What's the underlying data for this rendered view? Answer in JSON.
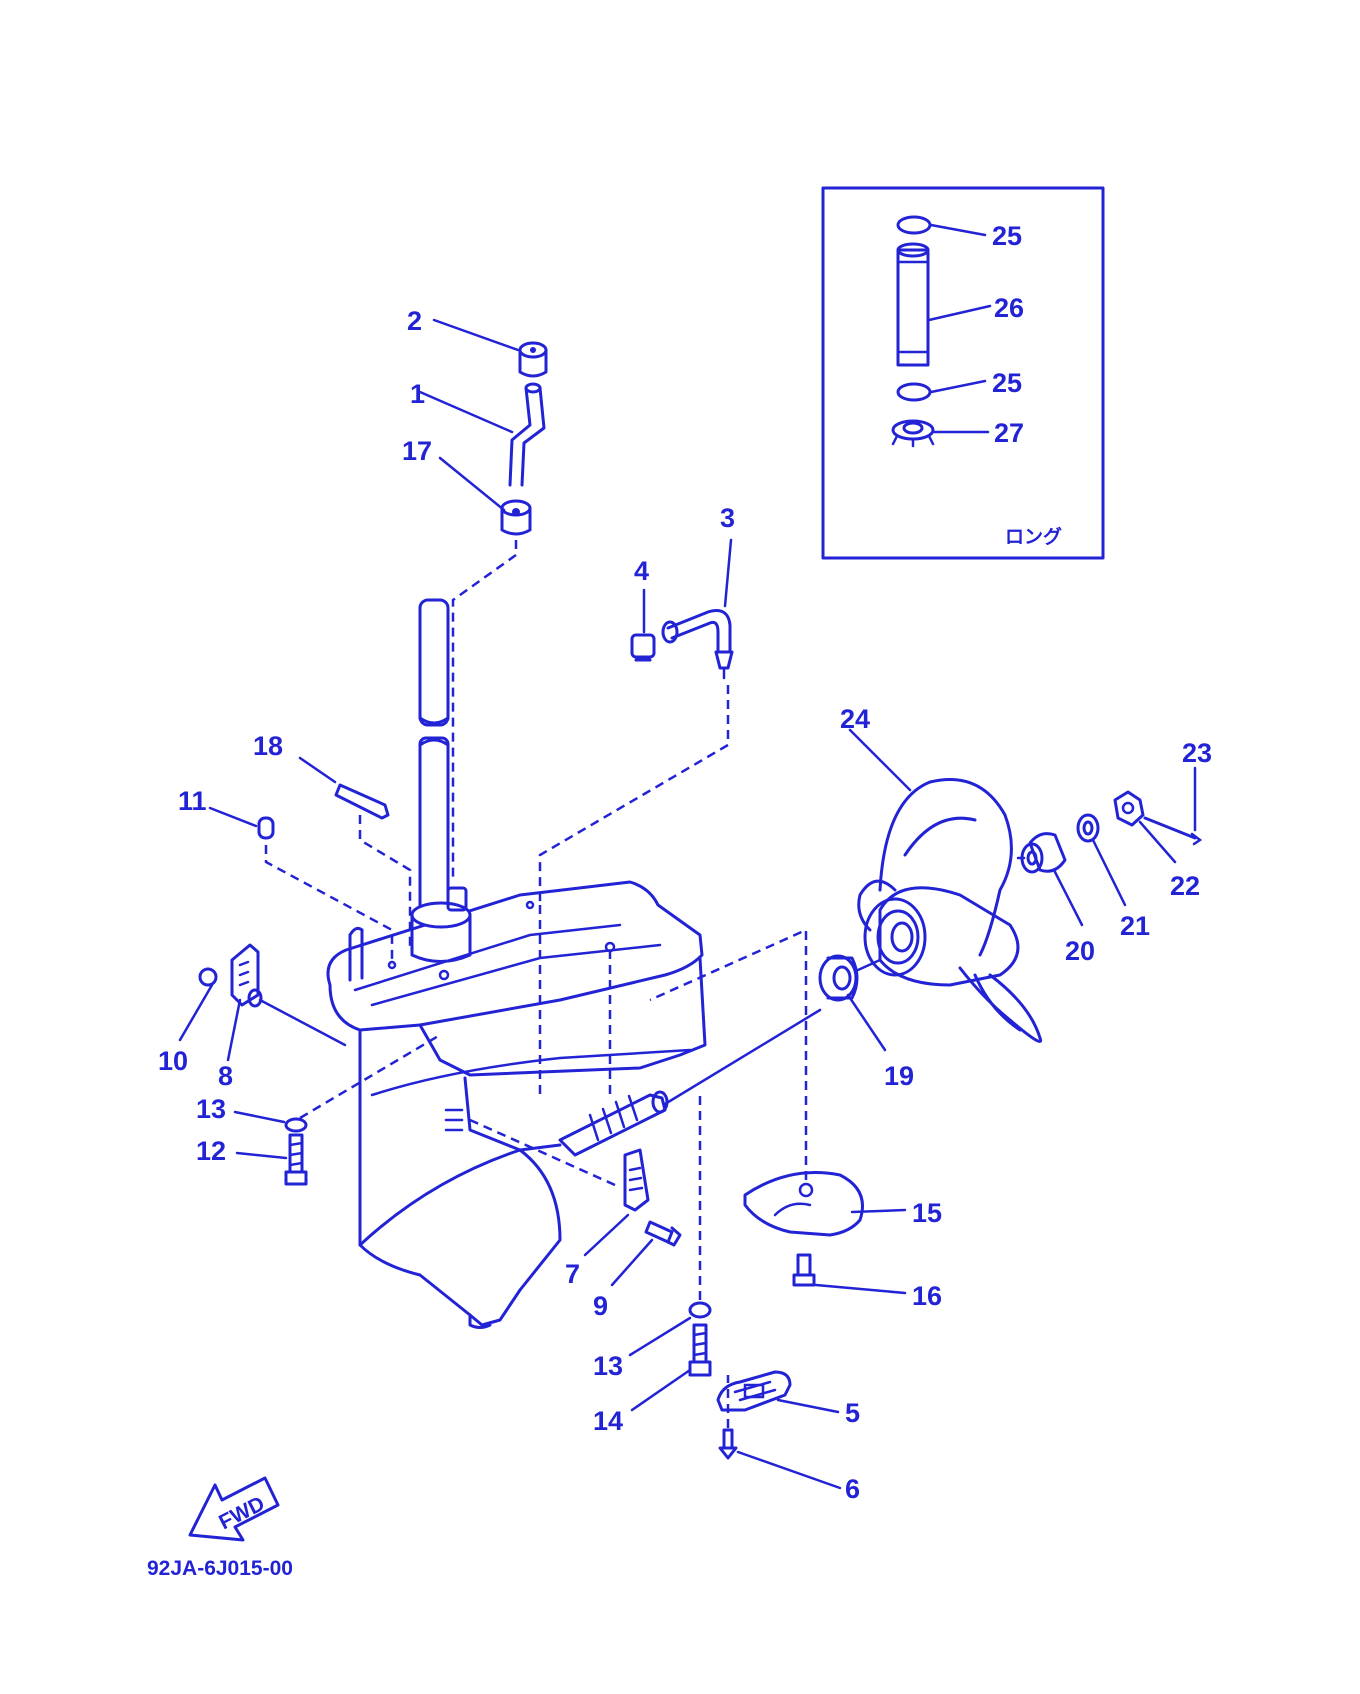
{
  "diagram": {
    "drawing_code": "92JA-6J015-00",
    "fwd_label": "FWD",
    "inset_label": "ロング",
    "callouts": [
      {
        "id": "c2",
        "text": "2"
      },
      {
        "id": "c1",
        "text": "1"
      },
      {
        "id": "c17",
        "text": "17"
      },
      {
        "id": "c3",
        "text": "3"
      },
      {
        "id": "c4",
        "text": "4"
      },
      {
        "id": "c18",
        "text": "18"
      },
      {
        "id": "c11",
        "text": "11"
      },
      {
        "id": "c10",
        "text": "10"
      },
      {
        "id": "c8",
        "text": "8"
      },
      {
        "id": "c13a",
        "text": "13"
      },
      {
        "id": "c12",
        "text": "12"
      },
      {
        "id": "c7",
        "text": "7"
      },
      {
        "id": "c9",
        "text": "9"
      },
      {
        "id": "c13b",
        "text": "13"
      },
      {
        "id": "c14",
        "text": "14"
      },
      {
        "id": "c5",
        "text": "5"
      },
      {
        "id": "c6",
        "text": "6"
      },
      {
        "id": "c15",
        "text": "15"
      },
      {
        "id": "c16",
        "text": "16"
      },
      {
        "id": "c19",
        "text": "19"
      },
      {
        "id": "c24",
        "text": "24"
      },
      {
        "id": "c20",
        "text": "20"
      },
      {
        "id": "c21",
        "text": "21"
      },
      {
        "id": "c22",
        "text": "22"
      },
      {
        "id": "c23",
        "text": "23"
      },
      {
        "id": "c25a",
        "text": "25"
      },
      {
        "id": "c26",
        "text": "26"
      },
      {
        "id": "c25b",
        "text": "25"
      },
      {
        "id": "c27",
        "text": "27"
      }
    ]
  }
}
